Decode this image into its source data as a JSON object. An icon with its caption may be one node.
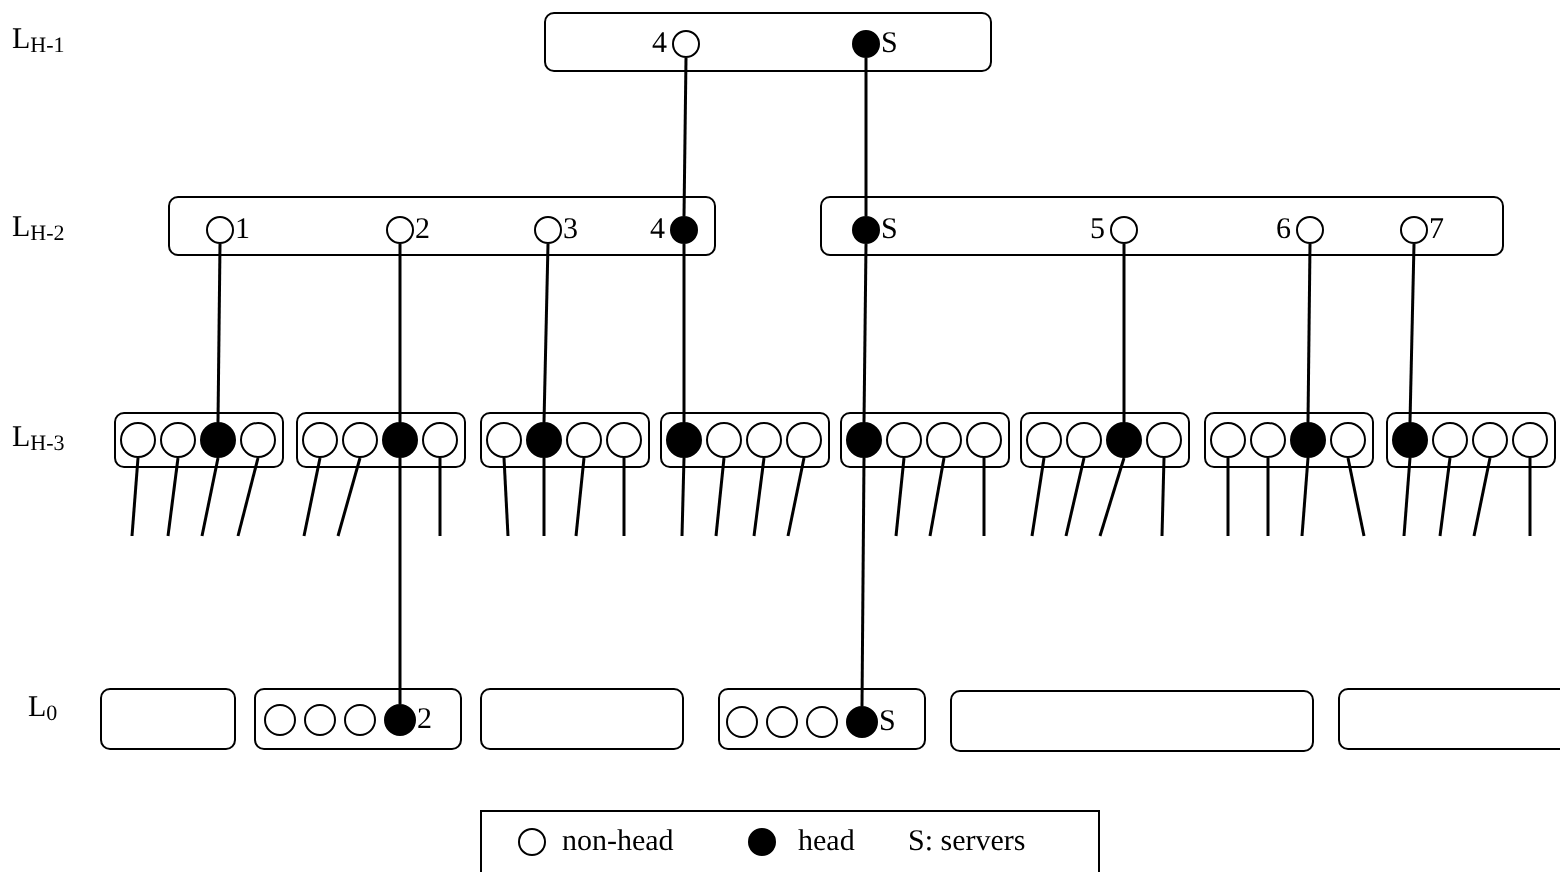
{
  "diagram": {
    "nodes": [
      {
        "text": [],
        "shape": "box"
      },
      {
        "text": [],
        "shape": "circle",
        "in": 0,
        "beside": [
          "4"
        ]
      },
      {
        "text": [],
        "shape": "dot",
        "in": 0,
        "beside": [
          "S"
        ]
      },
      {
        "text": [],
        "shape": "box"
      },
      {
        "text": [],
        "shape": "circle",
        "in": 3,
        "beside": [
          "1"
        ]
      },
      {
        "text": [],
        "shape": "circle",
        "in": 3,
        "beside": [
          "2"
        ]
      },
      {
        "text": [],
        "shape": "circle",
        "in": 3,
        "beside": [
          "3"
        ]
      },
      {
        "text": [],
        "shape": "dot",
        "in": 3,
        "beside": [
          "4"
        ]
      },
      {
        "text": [],
        "shape": "box"
      },
      {
        "text": [],
        "shape": "dot",
        "in": 8,
        "beside": [
          "S"
        ]
      },
      {
        "text": [],
        "shape": "circle",
        "in": 8,
        "beside": [
          "5"
        ]
      },
      {
        "text": [],
        "shape": "circle",
        "in": 8,
        "beside": [
          "6"
        ]
      },
      {
        "text": [],
        "shape": "circle",
        "in": 8,
        "beside": [
          "7"
        ]
      },
      {
        "text": [],
        "shape": "box"
      },
      {
        "text": [],
        "shape": "circle",
        "in": 13
      },
      {
        "text": [],
        "shape": "circle",
        "in": 13
      },
      {
        "text": [],
        "shape": "dot",
        "in": 13
      },
      {
        "text": [],
        "shape": "circle",
        "in": 13
      },
      {
        "text": [],
        "shape": "box"
      },
      {
        "text": [],
        "shape": "circle",
        "in": 18
      },
      {
        "text": [],
        "shape": "circle",
        "in": 18
      },
      {
        "text": [],
        "shape": "dot",
        "in": 18
      },
      {
        "text": [],
        "shape": "circle",
        "in": 18
      },
      {
        "text": [],
        "shape": "box"
      },
      {
        "text": [],
        "shape": "circle",
        "in": 23
      },
      {
        "text": [],
        "shape": "dot",
        "in": 23
      },
      {
        "text": [],
        "shape": "circle",
        "in": 23
      },
      {
        "text": [],
        "shape": "circle",
        "in": 23
      },
      {
        "text": [],
        "shape": "box"
      },
      {
        "text": [],
        "shape": "dot",
        "in": 28
      },
      {
        "text": [],
        "shape": "circle",
        "in": 28
      },
      {
        "text": [],
        "shape": "circle",
        "in": 28
      },
      {
        "text": [],
        "shape": "circle",
        "in": 28
      },
      {
        "text": [],
        "shape": "box"
      },
      {
        "text": [],
        "shape": "dot",
        "in": 33
      },
      {
        "text": [],
        "shape": "circle",
        "in": 33
      },
      {
        "text": [],
        "shape": "circle",
        "in": 33
      },
      {
        "text": [],
        "shape": "circle",
        "in": 33
      },
      {
        "text": [],
        "shape": "box"
      },
      {
        "text": [],
        "shape": "circle",
        "in": 38
      },
      {
        "text": [],
        "shape": "circle",
        "in": 38
      },
      {
        "text": [],
        "shape": "dot",
        "in": 38
      },
      {
        "text": [],
        "shape": "circle",
        "in": 38
      },
      {
        "text": [],
        "shape": "box"
      },
      {
        "text": [],
        "shape": "circle",
        "in": 43
      },
      {
        "text": [],
        "shape": "circle",
        "in": 43
      },
      {
        "text": [],
        "shape": "dot",
        "in": 43
      },
      {
        "text": [],
        "shape": "circle",
        "in": 43
      },
      {
        "text": [],
        "shape": "box"
      },
      {
        "text": [],
        "shape": "dot",
        "in": 48
      },
      {
        "text": [],
        "shape": "circle",
        "in": 48
      },
      {
        "text": [],
        "shape": "circle",
        "in": 48
      },
      {
        "text": [],
        "shape": "circle",
        "in": 48
      },
      {
        "text": [],
        "shape": "box"
      },
      {
        "text": [],
        "shape": "box"
      },
      {
        "text": [],
        "shape": "circle",
        "in": 54
      },
      {
        "text": [],
        "shape": "circle",
        "in": 54
      },
      {
        "text": [],
        "shape": "circle",
        "in": 54
      },
      {
        "text": [],
        "shape": "dot",
        "in": 54,
        "beside": [
          "2"
        ]
      },
      {
        "text": [],
        "shape": "box"
      },
      {
        "text": [],
        "shape": "box"
      },
      {
        "text": [],
        "shape": "circle",
        "in": 60
      },
      {
        "text": [],
        "shape": "circle",
        "in": 60
      },
      {
        "text": [],
        "shape": "circle",
        "in": 60
      },
      {
        "text": [],
        "shape": "dot",
        "in": 60,
        "beside": [
          "S"
        ]
      },
      {
        "text": [],
        "shape": "box"
      },
      {
        "text": [],
        "shape": "box"
      }
    ],
    "edges": [
      {
        "from": 1,
        "to": 7,
        "arrow": "none"
      },
      {
        "from": 2,
        "to": 9,
        "arrow": "none"
      },
      {
        "from": 4,
        "to": 16,
        "arrow": "none"
      },
      {
        "from": 5,
        "to": 21,
        "arrow": "none"
      },
      {
        "from": 6,
        "to": 25,
        "arrow": "none"
      },
      {
        "from": 7,
        "to": 29,
        "arrow": "none"
      },
      {
        "from": 9,
        "to": 34,
        "arrow": "none"
      },
      {
        "from": 10,
        "to": 41,
        "arrow": "none"
      },
      {
        "from": 11,
        "to": 46,
        "arrow": "none"
      },
      {
        "from": 12,
        "to": 49,
        "arrow": "none"
      },
      {
        "from": 21,
        "to": 58,
        "arrow": "none"
      },
      {
        "from": 34,
        "to": 64,
        "arrow": "none"
      },
      {
        "from": 14,
        "to": null,
        "arrow": "none"
      },
      {
        "from": 15,
        "to": null,
        "arrow": "none"
      },
      {
        "from": 16,
        "to": null,
        "arrow": "none"
      },
      {
        "from": 17,
        "to": null,
        "arrow": "none"
      },
      {
        "from": 19,
        "to": null,
        "arrow": "none"
      },
      {
        "from": 20,
        "to": null,
        "arrow": "none"
      },
      {
        "from": 22,
        "to": null,
        "arrow": "none"
      },
      {
        "from": 24,
        "to": null,
        "arrow": "none"
      },
      {
        "from": 25,
        "to": null,
        "arrow": "none"
      },
      {
        "from": 26,
        "to": null,
        "arrow": "none"
      },
      {
        "from": 27,
        "to": null,
        "arrow": "none"
      },
      {
        "from": 29,
        "to": null,
        "arrow": "none"
      },
      {
        "from": 30,
        "to": null,
        "arrow": "none"
      },
      {
        "from": 31,
        "to": null,
        "arrow": "none"
      },
      {
        "from": 32,
        "to": null,
        "arrow": "none"
      },
      {
        "from": 35,
        "to": null,
        "arrow": "none"
      },
      {
        "from": 36,
        "to": null,
        "arrow": "none"
      },
      {
        "from": 37,
        "to": null,
        "arrow": "none"
      },
      {
        "from": 39,
        "to": null,
        "arrow": "none"
      },
      {
        "from": 40,
        "to": null,
        "arrow": "none"
      },
      {
        "from": 41,
        "to": null,
        "arrow": "none"
      },
      {
        "from": 42,
        "to": null,
        "arrow": "none"
      },
      {
        "from": 44,
        "to": null,
        "arrow": "none"
      },
      {
        "from": 45,
        "to": null,
        "arrow": "none"
      },
      {
        "from": 46,
        "to": null,
        "arrow": "none"
      },
      {
        "from": 47,
        "to": null,
        "arrow": "none"
      },
      {
        "from": 49,
        "to": null,
        "arrow": "none"
      },
      {
        "from": 50,
        "to": null,
        "arrow": "none"
      },
      {
        "from": 51,
        "to": null,
        "arrow": "none"
      },
      {
        "from": 52,
        "to": null,
        "arrow": "none"
      }
    ],
    "labels": [
      "L$_{H-1}$",
      "L$_{H-2}$",
      "L$_{H-3}$",
      "L$_{0}$"
    ],
    "legend": [
      {
        "text": "non-head"
      },
      {
        "text": "head"
      },
      {
        "text": "S: servers"
      }
    ]
  }
}
